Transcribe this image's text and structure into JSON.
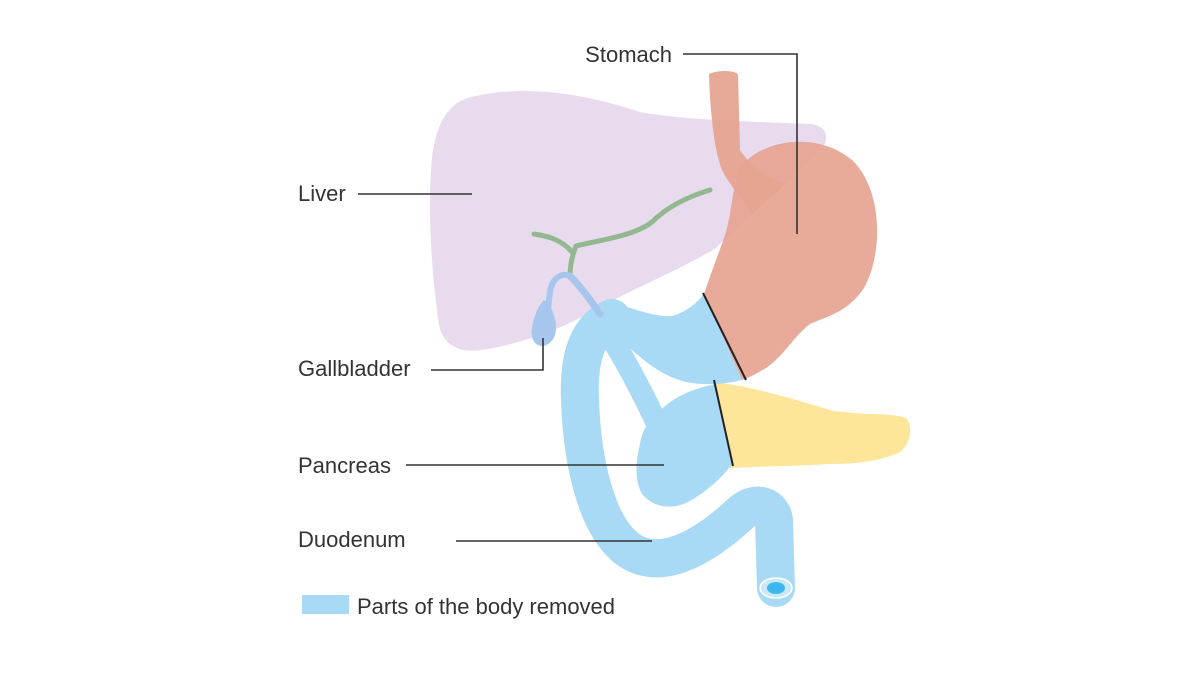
{
  "labels": {
    "stomach": "Stomach",
    "liver": "Liver",
    "gallbladder": "Gallbladder",
    "pancreas": "Pancreas",
    "duodenum": "Duodenum"
  },
  "legend": {
    "text": "Parts of the body removed"
  },
  "colors": {
    "liver": "#e4d5ea",
    "stomach": "#e6a491",
    "removed": "#a8daf6",
    "pancreas_remaining": "#fde59a",
    "bile_duct": "#93b88f",
    "gallbladder": "#a7c6ee",
    "duodenum_lumen": "#3cb8ee"
  }
}
